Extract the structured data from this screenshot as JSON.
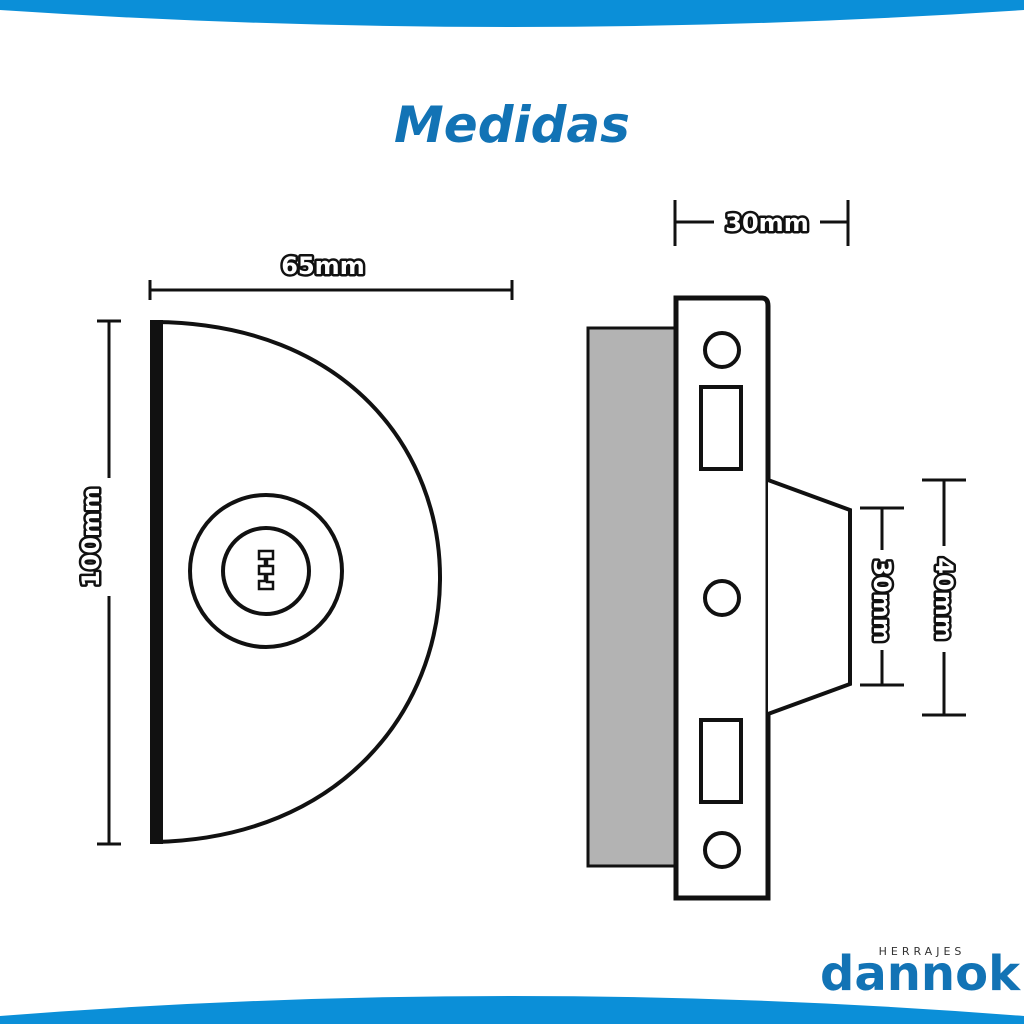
{
  "title": "Medidas",
  "dimensions": {
    "front_width": "65mm",
    "front_height": "100mm",
    "side_depth": "30mm",
    "knob_inner_height": "30mm",
    "knob_outer_height": "40mm"
  },
  "brand": {
    "tagline": "HERRAJES",
    "name": "dannok"
  },
  "colors": {
    "accent_blue": "#1273b5",
    "band_blue": "#0b8fd8",
    "outline": "#111111",
    "gray_panel": "#b3b3b3"
  }
}
